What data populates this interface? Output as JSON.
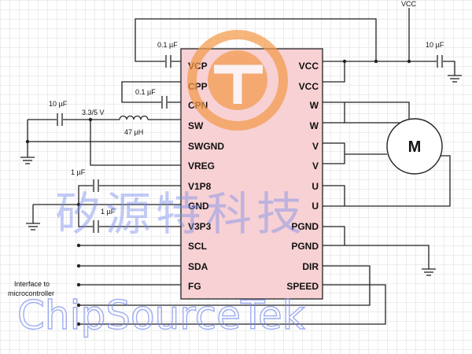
{
  "chip": {
    "left_pins": [
      "VCP",
      "CPP",
      "CPN",
      "SW",
      "SWGND",
      "VREG",
      "V1P8",
      "GND",
      "V3P3",
      "SCL",
      "SDA",
      "FG"
    ],
    "right_pins": [
      "VCC",
      "VCC",
      "W",
      "W",
      "V",
      "V",
      "U",
      "U",
      "PGND",
      "PGND",
      "DIR",
      "SPEED"
    ],
    "body_color": "#f7d1d4"
  },
  "labels": {
    "vcc": "VCC",
    "cap_vcp": "0.1 µF",
    "cap_cpp": "0.1 µF",
    "cap_vcc": "10 µF",
    "cap_sw": "10 µF",
    "voltage": "3.3/5 V",
    "inductor": "47 µH",
    "cap_v1p8": "1 µF",
    "cap_v3p3": "1 µF",
    "interface_line1": "Interface to",
    "interface_line2": "microcontroller"
  },
  "motor": {
    "label": "M"
  },
  "watermark": {
    "chinese": "矽源特科技",
    "english": "ChipSourceTek",
    "logo_color": "#f39a4a"
  }
}
